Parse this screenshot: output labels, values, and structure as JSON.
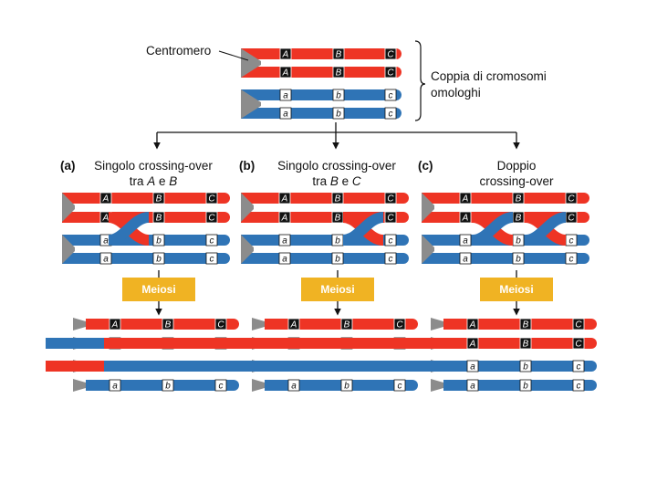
{
  "top": {
    "centromere_label": "Centromero",
    "pair_label_line1": "Coppia di cromosomi",
    "pair_label_line2": "omologhi"
  },
  "panels": [
    {
      "letter": "(a)",
      "title_line1": "Singolo crossing-over",
      "title_line2_parts": [
        {
          "text": "tra ",
          "italic": false
        },
        {
          "text": "A",
          "italic": true
        },
        {
          "text": " e ",
          "italic": false
        },
        {
          "text": "B",
          "italic": true
        }
      ],
      "meiosis_label": "Meiosi",
      "products": [
        [
          "R",
          "R",
          "R"
        ],
        [
          "R",
          "B",
          "B"
        ],
        [
          "B",
          "R",
          "R"
        ],
        [
          "B",
          "B",
          "B"
        ]
      ]
    },
    {
      "letter": "(b)",
      "title_line1": "Singolo crossing-over",
      "title_line2_parts": [
        {
          "text": "tra ",
          "italic": false
        },
        {
          "text": "B",
          "italic": true
        },
        {
          "text": " e ",
          "italic": false
        },
        {
          "text": "C",
          "italic": true
        }
      ],
      "meiosis_label": "Meiosi",
      "products": [
        [
          "R",
          "R",
          "R"
        ],
        [
          "R",
          "R",
          "B"
        ],
        [
          "B",
          "B",
          "R"
        ],
        [
          "B",
          "B",
          "B"
        ]
      ]
    },
    {
      "letter": "(c)",
      "title_line1": "Doppio",
      "title_line2_parts": [
        {
          "text": "crossing-over",
          "italic": false
        }
      ],
      "meiosis_label": "Meiosi",
      "products": [
        [
          "R",
          "R",
          "R"
        ],
        [
          "R",
          "B",
          "R"
        ],
        [
          "B",
          "R",
          "B"
        ],
        [
          "B",
          "B",
          "B"
        ]
      ]
    }
  ],
  "genes": {
    "red": [
      "A",
      "B",
      "C"
    ],
    "blue": [
      "a",
      "b",
      "c"
    ]
  },
  "colors": {
    "red": "#ee3424",
    "blue": "#2f74b6",
    "centromere": "#8c8c8c",
    "meiosis_box": "#f0b323"
  }
}
